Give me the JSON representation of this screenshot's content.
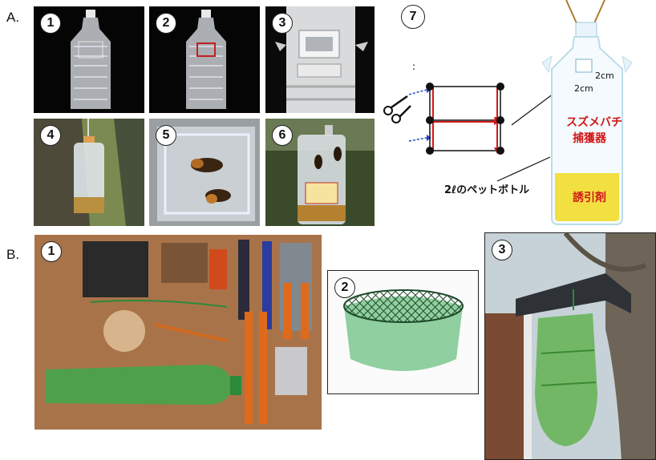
{
  "section_a": {
    "label": "A.",
    "panels": [
      {
        "num": "1"
      },
      {
        "num": "2"
      },
      {
        "num": "3"
      },
      {
        "num": "4"
      },
      {
        "num": "5"
      },
      {
        "num": "6"
      }
    ],
    "diagram": {
      "num": "7",
      "dim1": "2cm",
      "dim2": "2cm",
      "trap_name_line1": "スズメバチ",
      "trap_name_line2": "捕獲器",
      "bait": "誘引剤",
      "bottle_label": "2ℓのペットボトル",
      "colon": ":",
      "colors": {
        "red": "#d01818",
        "yellow": "#f2e040",
        "blue": "#1e48c8"
      }
    }
  },
  "section_b": {
    "label": "B.",
    "panels": [
      {
        "num": "1"
      },
      {
        "num": "2"
      },
      {
        "num": "3"
      }
    ]
  }
}
